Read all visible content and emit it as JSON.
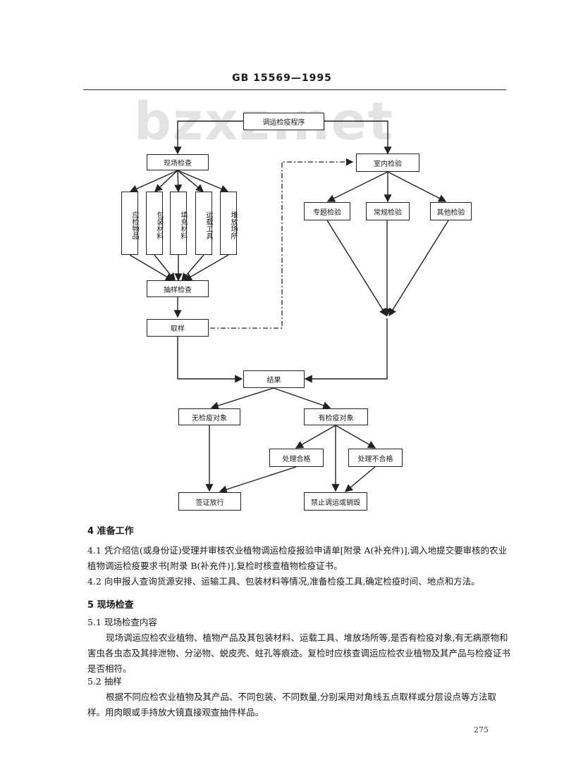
{
  "header": {
    "standard_code": "GB 15569—1995"
  },
  "watermark": "bzxz.net",
  "flowchart": {
    "start": "调运检疫程序",
    "onsite": "现场检查",
    "indoor": "室内检验",
    "onsite_items": [
      "应检物品",
      "包装材料",
      "填充材料",
      "运载工具",
      "堆放场所"
    ],
    "indoor_items": [
      "专题检验",
      "常规检验",
      "其他检验"
    ],
    "sampling_check": "抽样检查",
    "take_sample": "取样",
    "result": "结果",
    "no_target": "无检疫对象",
    "has_target": "有检疫对象",
    "treat_pass": "处理合格",
    "treat_fail": "处理不合格",
    "sign_release": "签证放行",
    "forbid": "禁止调运或销毁"
  },
  "sections": {
    "s4_title": "4  准备工作",
    "s4_1": "4.1  凭介绍信(或身份证)受理并审核农业植物调运检疫报验申请单[附录 A(补充件)],调入地提交要审核的农业植物调运检疫要求书[附录 B(补充件)],复检时核查植物检疫证书。",
    "s4_2": "4.2  向申报人查询货源安排、运输工具、包装材料等情况,准备检疫工具,确定检疫时间、地点和方法。",
    "s5_title": "5  现场检查",
    "s5_1_title": "5.1  现场检查内容",
    "s5_1_body": "现场调运应检农业植物、植物产品及其包装材料、运载工具、堆放场所等,是否有检疫对象,有无病原物和害虫各虫态及其排泄物、分泌物、蜕皮壳、蛀孔等痕迹。复检时应核查调运应检农业植物及其产品与检疫证书是否相符。",
    "s5_2_title": "5.2  抽样",
    "s5_2_body": "根据不同应检农业植物及其产品、不同包装、不同数量,分别采用对角线五点取样或分层设点等方法取样。用肉眼或手持放大镜直接观查抽件样品。"
  },
  "page_number": "275"
}
